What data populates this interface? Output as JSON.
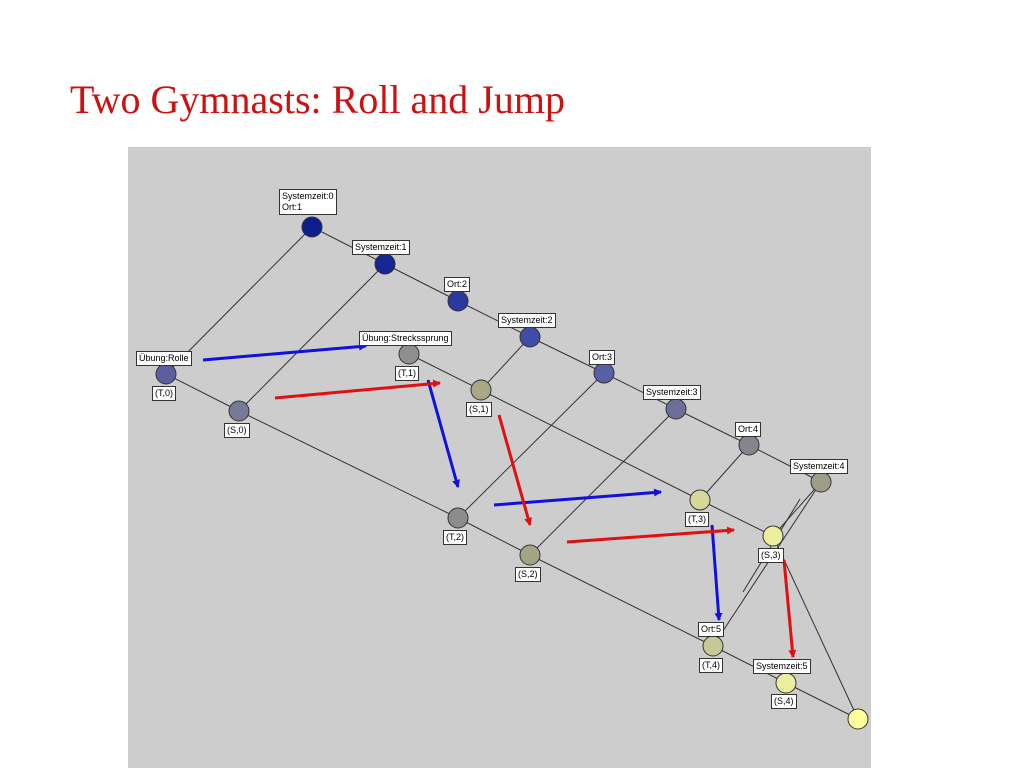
{
  "slide": {
    "title": "Two Gymnasts: Roll and Jump"
  },
  "colors": {
    "title": "#cc1111",
    "panel_background": "#cdcdcd",
    "edge": "#333333",
    "arrow_red": "#e01010",
    "arrow_blue": "#1010e0",
    "node_gradient": [
      "#0d1f8c",
      "#3c4aa6",
      "#777a96",
      "#8f8f8f",
      "#b6b68a",
      "#dede99",
      "#ffff99"
    ]
  },
  "labels": {
    "systemzeit_0": "Systemzeit:0",
    "ort_1": "Ort:1",
    "systemzeit_1": "Systemzeit:1",
    "ort_2": "Ort:2",
    "systemzeit_2": "Systemzeit:2",
    "ort_3": "Ort:3",
    "systemzeit_3": "Systemzeit:3",
    "ort_4": "Ort:4",
    "systemzeit_4": "Systemzeit:4",
    "ort_5": "Ort:5",
    "systemzeit_5": "Systemzeit:5",
    "uebung_rolle": "Übung:Rolle",
    "uebung_strecksprung": "Übung:Streckssprung",
    "t0": "(T,0)",
    "s0": "(S,0)",
    "t1": "(T,1)",
    "s1": "(S,1)",
    "t2": "(T,2)",
    "s2": "(S,2)",
    "t3": "(T,3)",
    "s3": "(S,3)",
    "t4": "(T,4)",
    "s4": "(S,4)"
  }
}
